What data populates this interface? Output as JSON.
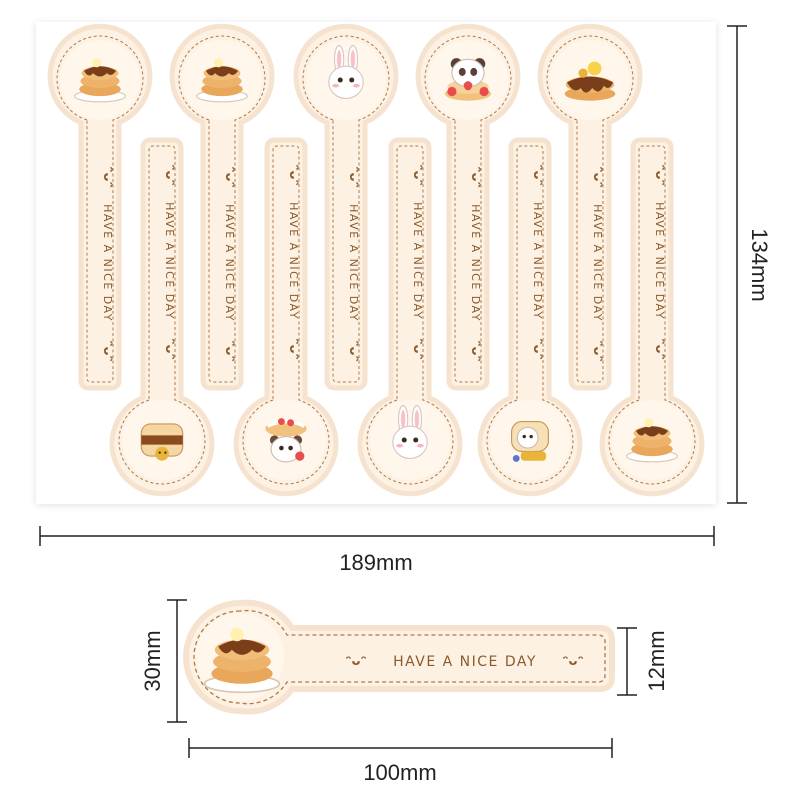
{
  "sheet": {
    "width_label": "189mm",
    "height_label": "134mm"
  },
  "sticker": {
    "text": "HAVE A NICE DAY",
    "smile": "⌣",
    "smile_alt": ": )",
    "icons": [
      "pancake-stack-icon",
      "pancake-bunny-icon",
      "bunny-icon",
      "panda-strawberry-icon",
      "pancake-syrup-icon",
      "toast-sloth-icon",
      "strawberry-bear-icon",
      "bunny-toast-icon",
      "bread-bear-icon",
      "pancake-stack-icon"
    ]
  },
  "detail": {
    "width_label": "100mm",
    "height_label": "30mm",
    "band_label": "12mm",
    "text": "HAVE A NICE DAY"
  },
  "colors": {
    "sticker_fill": "#fdf1e4",
    "dash": "#b07a45",
    "text": "#8a5a2b",
    "pancake": "#e8a75a",
    "syrup": "#7a3f1a",
    "cream": "#fff7ec"
  }
}
